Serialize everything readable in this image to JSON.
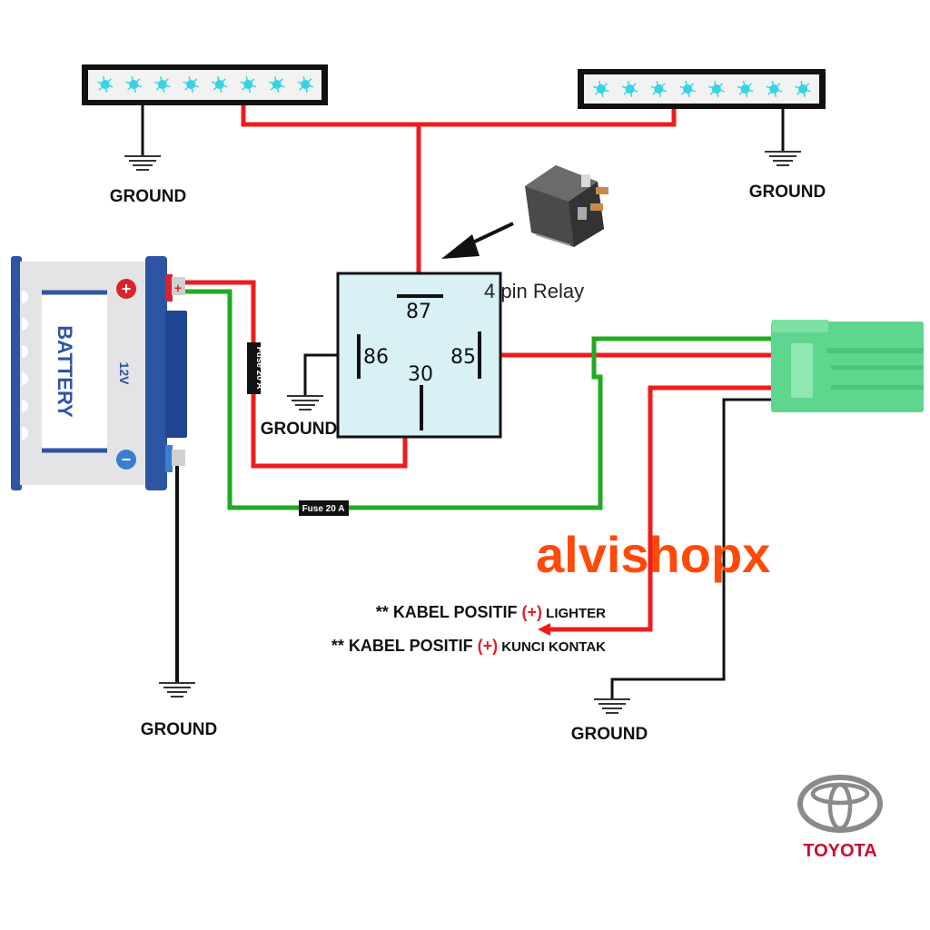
{
  "diagram": {
    "title": "4 pin Relay wiring diagram",
    "relay": {
      "label": "4 pin Relay",
      "pins": {
        "p87": "87",
        "p86": "86",
        "p85": "85",
        "p30": "30"
      },
      "body_color": "#d8f1f4"
    },
    "battery": {
      "label": "BATTERY",
      "voltage": "12V",
      "positive_symbol": "+",
      "negative_symbol": "−",
      "color": "#2d55a3"
    },
    "fuses": [
      {
        "label": "Fuse 20 A",
        "wire": "red"
      },
      {
        "label": "Fuse 20 A",
        "wire": "green"
      }
    ],
    "grounds": [
      {
        "label": "Ground",
        "location": "left light bar"
      },
      {
        "label": "Ground",
        "location": "right light bar"
      },
      {
        "label": "Ground",
        "location": "relay pin 86"
      },
      {
        "label": "Ground",
        "location": "battery negative"
      },
      {
        "label": "Ground",
        "location": "connector"
      }
    ],
    "light_bars": [
      {
        "name": "left",
        "leds": 8,
        "led_color": "#35d3e3"
      },
      {
        "name": "right",
        "leds": 8,
        "led_color": "#35d3e3"
      }
    ],
    "notes": [
      {
        "prefix": "** ",
        "main": "Kabel Positif ",
        "sign": "(+)",
        "suffix": " lighter"
      },
      {
        "prefix": "** ",
        "main": "Kabel Positif ",
        "sign": "(+)",
        "suffix": " kunci kontak"
      }
    ],
    "watermark": "alvishopx",
    "brand": "TOYOTA",
    "colors": {
      "wire_red": "#ee1c1c",
      "wire_green": "#22aa22",
      "wire_black": "#111111",
      "watermark": "#ff4a0a",
      "brand": "#c8102e",
      "connector": "#5fd68e"
    }
  }
}
